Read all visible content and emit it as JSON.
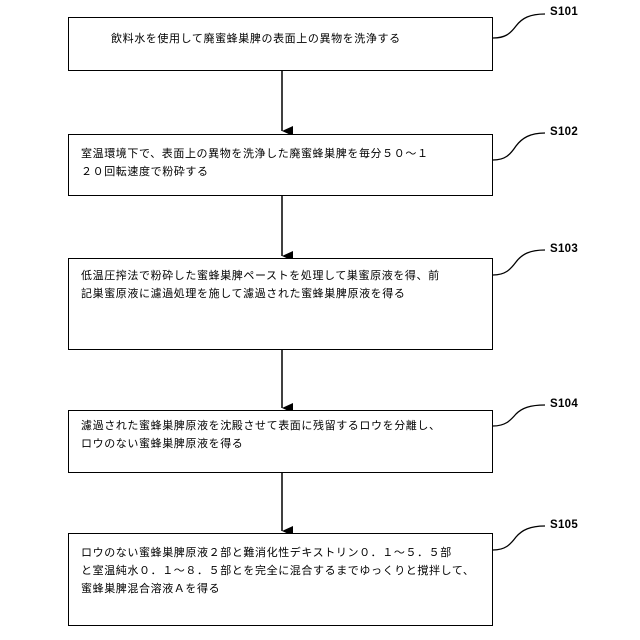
{
  "steps": [
    {
      "id": "S101",
      "text": "飲料水を使用して廃蜜蜂巣脾の表面上の異物を洗浄する"
    },
    {
      "id": "S102",
      "text": "室温環境下で、表面上の異物を洗浄した廃蜜蜂巣脾を毎分５０～１\n２０回転速度で粉砕する"
    },
    {
      "id": "S103",
      "text": "低温圧搾法で粉砕した蜜蜂巣脾ペーストを処理して巣蜜原液を得、前\n記巣蜜原液に濾過処理を施して濾過された蜜蜂巣脾原液を得る"
    },
    {
      "id": "S104",
      "text": "濾過された蜜蜂巣脾原液を沈殿させて表面に残留するロウを分離し、\nロウのない蜜蜂巣脾原液を得る"
    },
    {
      "id": "S105",
      "text": "ロウのない蜜蜂巣脾原液２部と難消化性デキストリン０．１～５．５部\nと室温純水０．１～８．５部とを完全に混合するまでゆっくりと撹拌して、\n蜜蜂巣脾混合溶液Ａを得る"
    }
  ]
}
